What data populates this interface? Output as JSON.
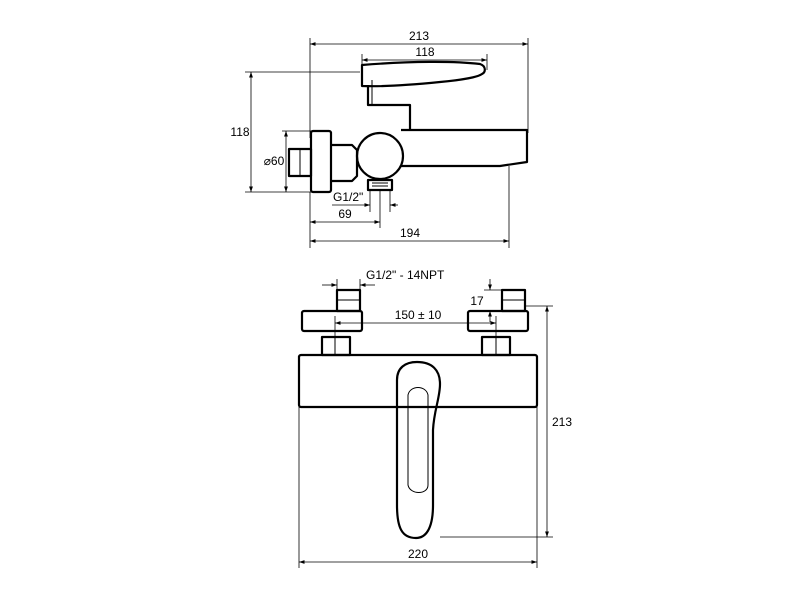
{
  "side_view": {
    "dim_total_length": "213",
    "dim_lever_length": "118",
    "dim_height": "118",
    "dim_flange_diameter": "⌀60",
    "dim_outlet_thread": "G1/2\"",
    "dim_outlet_offset": "69",
    "dim_spout_reach": "194"
  },
  "front_view": {
    "dim_inlet_thread": "G1/2\" - 14NPT",
    "dim_inlet_length": "17",
    "dim_center_distance": "150 ± 10",
    "dim_height": "213",
    "dim_width": "220"
  },
  "colors": {
    "line": "#000000",
    "background": "#ffffff"
  }
}
